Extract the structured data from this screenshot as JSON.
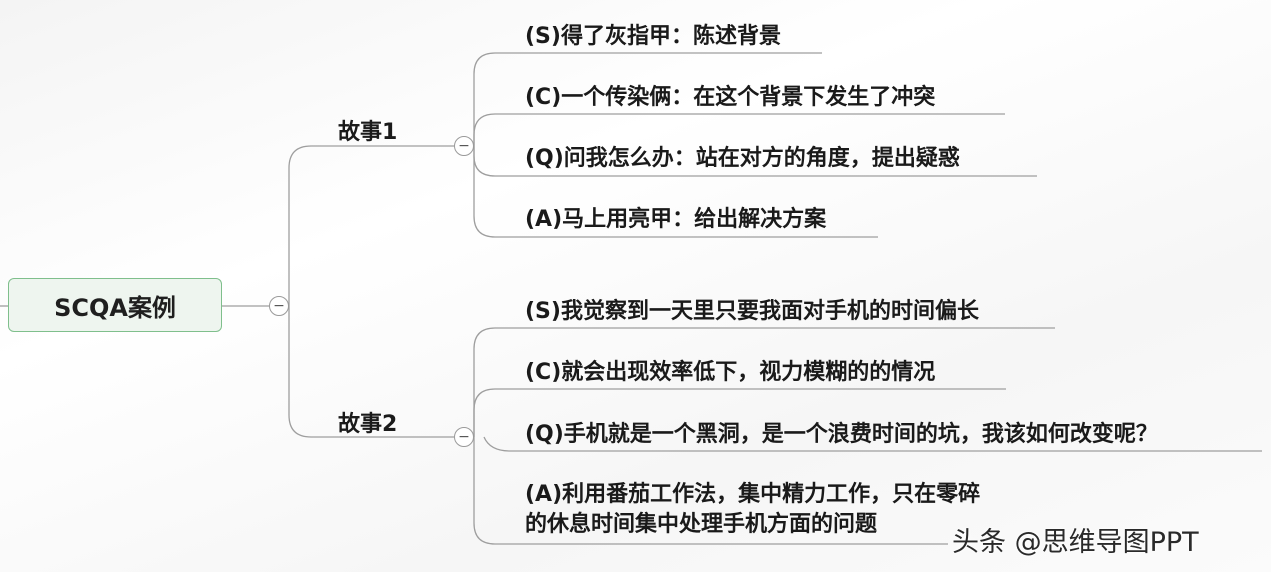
{
  "mindmap": {
    "root": {
      "label": "SCQA案例",
      "collapse_glyph": "−"
    },
    "branches": [
      {
        "label": "故事1",
        "collapse_glyph": "−",
        "children": [
          {
            "lines": [
              "(S)得了灰指甲：陈述背景"
            ]
          },
          {
            "lines": [
              "(C)一个传染俩：在这个背景下发生了冲突"
            ]
          },
          {
            "lines": [
              "(Q)问我怎么办：站在对方的角度，提出疑惑"
            ]
          },
          {
            "lines": [
              "(A)马上用亮甲：给出解决方案"
            ]
          }
        ]
      },
      {
        "label": "故事2",
        "collapse_glyph": "−",
        "children": [
          {
            "lines": [
              "(S)我觉察到一天里只要我面对手机的时间偏长"
            ]
          },
          {
            "lines": [
              "(C)就会出现效率低下，视力模糊的的情况"
            ]
          },
          {
            "lines": [
              "(Q)手机就是一个黑洞，是一个浪费时间的坑，我该如何改变呢？"
            ]
          },
          {
            "lines": [
              "(A)利用番茄工作法，集中精力工作，只在零碎",
              "的休息时间集中处理手机方面的问题"
            ]
          }
        ]
      }
    ]
  },
  "watermark": {
    "text": "头条 @思维导图PPT"
  },
  "colors": {
    "line": "#9e9e9e",
    "root_border": "#7fbf8c",
    "root_fill": "#eef5ef"
  }
}
